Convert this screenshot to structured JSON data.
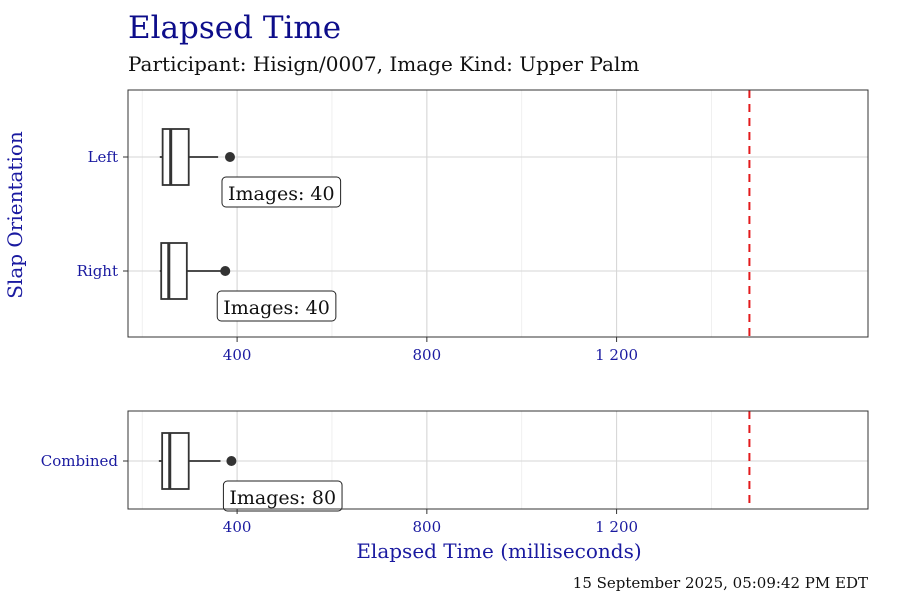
{
  "title": "Elapsed Time",
  "subtitle": "Participant: Hisign/0007, Image Kind: Upper Palm",
  "xlabel": "Elapsed Time (milliseconds)",
  "ylabel": "Slap Orientation",
  "timestamp": "15 September 2025, 05:09:42 PM EDT",
  "colors": {
    "reference_line": "#e31a1c",
    "title": "#0d0d8a",
    "axis_text": "#1a1aa0"
  },
  "chart_data": [
    {
      "type": "boxplot",
      "xlim": [
        170,
        1730
      ],
      "x_ticks": [
        400,
        800,
        1200
      ],
      "x_tick_labels": [
        "400",
        "800",
        "1 200"
      ],
      "grid": true,
      "reference_line": 1480,
      "categories": [
        "Left",
        "Right"
      ],
      "boxes": [
        {
          "category": "Left",
          "whisker_low": 237,
          "q1": 243,
          "median": 260,
          "q3": 298,
          "whisker_high": 360,
          "outliers": [
            385
          ],
          "label": "Images: 40"
        },
        {
          "category": "Right",
          "whisker_low": 237,
          "q1": 240,
          "median": 256,
          "q3": 294,
          "whisker_high": 365,
          "outliers": [
            375
          ],
          "label": "Images: 40"
        }
      ]
    },
    {
      "type": "boxplot",
      "xlim": [
        170,
        1730
      ],
      "x_ticks": [
        400,
        800,
        1200
      ],
      "x_tick_labels": [
        "400",
        "800",
        "1 200"
      ],
      "grid": true,
      "reference_line": 1480,
      "categories": [
        "Combined"
      ],
      "boxes": [
        {
          "category": "Combined",
          "whisker_low": 235,
          "q1": 242,
          "median": 258,
          "q3": 298,
          "whisker_high": 365,
          "outliers": [
            388
          ],
          "label": "Images: 80"
        }
      ]
    }
  ]
}
